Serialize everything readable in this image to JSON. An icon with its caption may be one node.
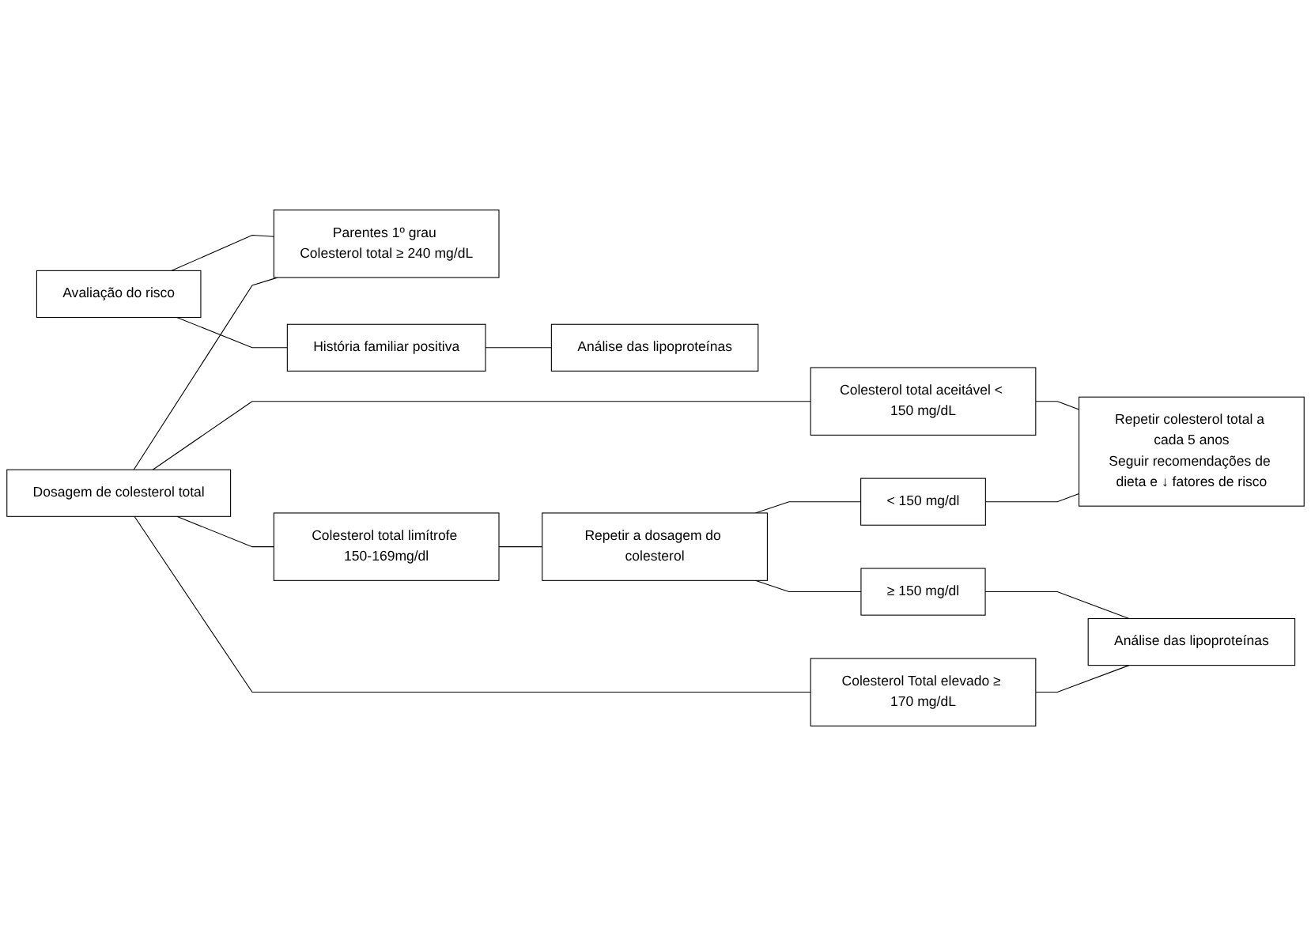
{
  "diagram": {
    "nodes": [
      {
        "text": [
          "Avaliação do risco"
        ]
      },
      {
        "text": [
          "Dosagem de colesterol total"
        ]
      },
      {
        "text": [
          "Parentes 1º grau Colesterol total ≥ 240 mg/dL"
        ]
      },
      {
        "text": [
          "História familiar positiva"
        ]
      },
      {
        "text": [
          "Análise das lipoproteínas"
        ]
      },
      {
        "text": [
          "Colesterol total aceitável < 150 mg/dL"
        ]
      },
      {
        "text": [
          "Repetir colesterol total a cada 5 anos",
          "Seguir recomendações de dieta e ↓ fatores de risco"
        ]
      },
      {
        "text": [
          "Colesterol total limítrofe 150-169mg/dl"
        ]
      },
      {
        "text": [
          "Repetir a dosagem do colesterol"
        ]
      },
      {
        "text": [
          "< 150 mg/dl"
        ]
      },
      {
        "text": [
          "≥ 150 mg/dl"
        ]
      },
      {
        "text": [
          "Colesterol Total elevado ≥ 170 mg/dL"
        ]
      },
      {
        "text": [
          "Análise das lipoproteínas"
        ]
      }
    ],
    "edges": [
      {
        "from": 0,
        "to": 2,
        "arrow": "none"
      },
      {
        "from": 0,
        "to": 3,
        "arrow": "none"
      },
      {
        "from": 1,
        "to": 2,
        "arrow": "none"
      },
      {
        "from": 3,
        "to": 4,
        "arrow": "none"
      },
      {
        "from": 1,
        "to": 5,
        "arrow": "none"
      },
      {
        "from": 1,
        "to": 7,
        "arrow": "none"
      },
      {
        "from": 1,
        "to": 11,
        "arrow": "none"
      },
      {
        "from": 5,
        "to": 6,
        "arrow": "none"
      },
      {
        "from": 7,
        "to": 8,
        "arrow": "none"
      },
      {
        "from": 8,
        "to": 9,
        "arrow": "none"
      },
      {
        "from": 8,
        "to": 10,
        "arrow": "none"
      },
      {
        "from": 9,
        "to": 6,
        "arrow": "none"
      },
      {
        "from": 10,
        "to": 12,
        "arrow": "none"
      },
      {
        "from": 11,
        "to": 12,
        "arrow": "none"
      }
    ]
  }
}
